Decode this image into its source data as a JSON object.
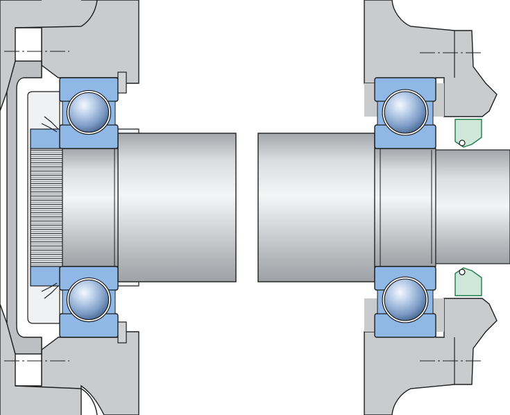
{
  "diagram": {
    "type": "bearing-arrangement-cross-section",
    "text_labels": [],
    "components": [
      "housing-left",
      "housing-right",
      "shaft-left",
      "shaft-right",
      "deep-groove-ball-bearing-left-top",
      "deep-groove-ball-bearing-left-bottom",
      "deep-groove-ball-bearing-right-top",
      "deep-groove-ball-bearing-right-bottom",
      "lock-nut",
      "lock-washer",
      "end-cover",
      "radial-shaft-seal"
    ]
  },
  "colors": {
    "housing": "#c9cbcd",
    "housing_dark": "#b4b6b9",
    "outline": "#1e1e1e",
    "bearing_ring": "#8fb8e6",
    "bearing_ring_dark": "#6f9fd6",
    "ball_light": "#e8f0fa",
    "ball_dark": "#5d7ea8",
    "shaft_light": "#f2f3f4",
    "shaft_mid": "#c6c8cb",
    "shaft_dark": "#9ea1a5",
    "seal_green": "#2f9a62",
    "seal_light": "#cfe7d8"
  }
}
